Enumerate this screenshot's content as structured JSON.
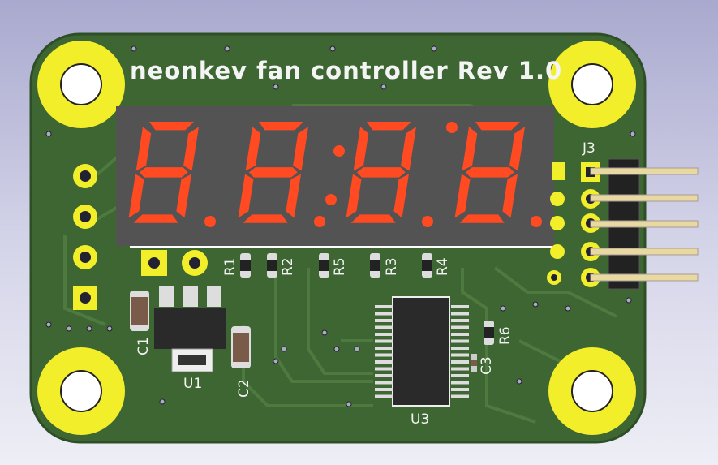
{
  "board": {
    "title": "neonkev fan controller Rev 1.0",
    "colors": {
      "board": "#3d6632",
      "silk": "#f4f4f4",
      "pad": "#f2ee2a",
      "segment": "#ff4a22",
      "display": "#535353"
    }
  },
  "display": {
    "digits": 4,
    "lit_segments": [
      "a",
      "b",
      "c",
      "d",
      "e",
      "f",
      "g",
      "dp"
    ],
    "colon": true
  },
  "labels": {
    "r1": "R1",
    "r2": "R2",
    "r3": "R3",
    "r4": "R4",
    "r5": "R5",
    "r6": "R6",
    "c1": "C1",
    "c2": "C2",
    "c3": "C3",
    "u1": "U1",
    "u3": "U3",
    "j3": "J3"
  }
}
